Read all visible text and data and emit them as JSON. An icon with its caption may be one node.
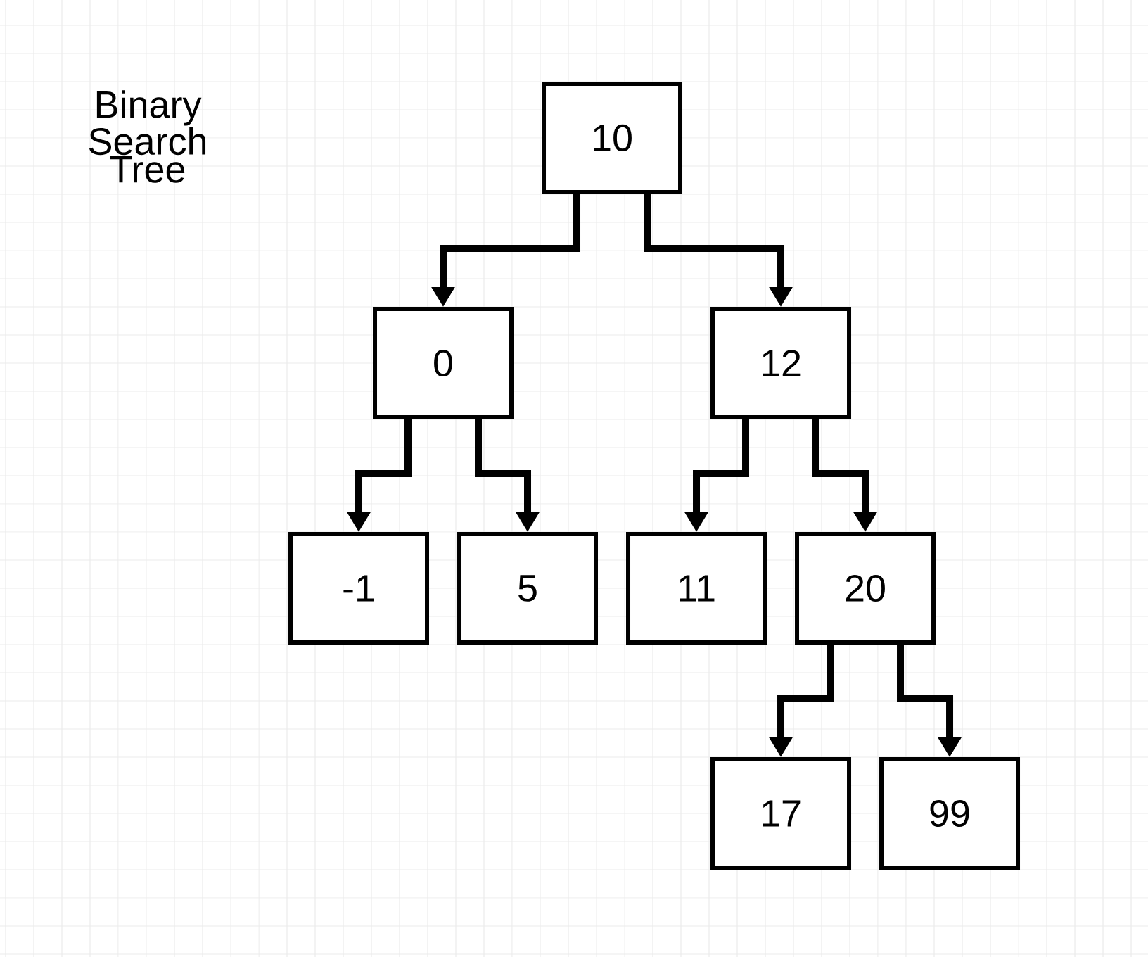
{
  "diagram": {
    "title": "Binary Search Tree",
    "nodes": [
      {
        "text": [
          "10"
        ]
      },
      {
        "text": [
          "0"
        ]
      },
      {
        "text": [
          "12"
        ]
      },
      {
        "text": [
          "-1"
        ]
      },
      {
        "text": [
          "5"
        ]
      },
      {
        "text": [
          "11"
        ]
      },
      {
        "text": [
          "20"
        ]
      },
      {
        "text": [
          "17"
        ]
      },
      {
        "text": [
          "99"
        ]
      }
    ],
    "edges": [
      {
        "from": 0,
        "to": 1,
        "arrow": "to"
      },
      {
        "from": 0,
        "to": 2,
        "arrow": "to"
      },
      {
        "from": 1,
        "to": 3,
        "arrow": "to"
      },
      {
        "from": 1,
        "to": 4,
        "arrow": "to"
      },
      {
        "from": 2,
        "to": 5,
        "arrow": "to"
      },
      {
        "from": 2,
        "to": 6,
        "arrow": "to"
      },
      {
        "from": 6,
        "to": 7,
        "arrow": "to"
      },
      {
        "from": 6,
        "to": 8,
        "arrow": "to"
      }
    ]
  }
}
